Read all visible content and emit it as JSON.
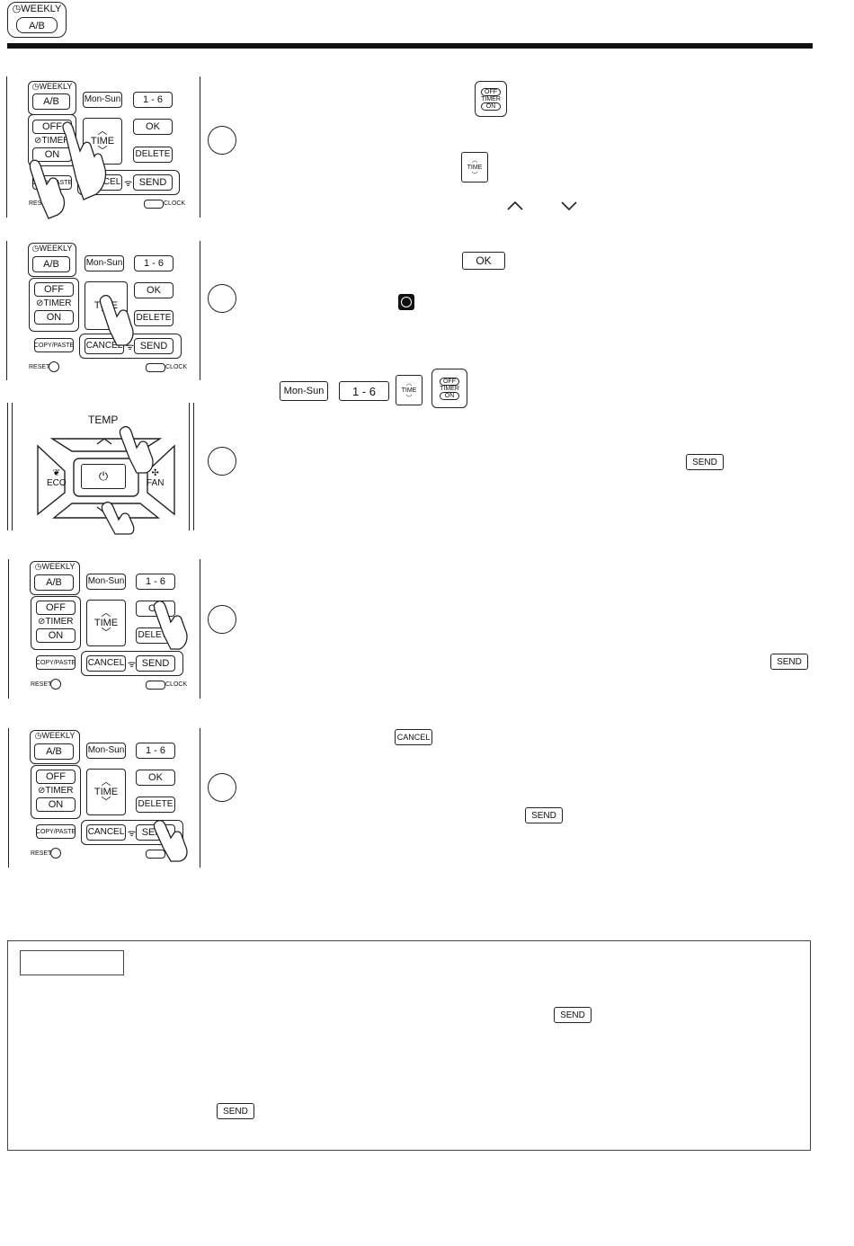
{
  "header": {
    "weekly_label": "WEEKLY",
    "ab_label": "A/B"
  },
  "remote": {
    "weekly": "WEEKLY",
    "ab": "A/B",
    "mon_sun": "Mon-Sun",
    "one_six": "1 - 6",
    "off": "OFF",
    "timer": "TIMER",
    "on": "ON",
    "time": "TIME",
    "ok": "OK",
    "delete": "DELETE",
    "copy_paste": "COPY/PASTE",
    "cancel": "CANCEL",
    "send": "SEND",
    "reset": "RESET",
    "clock": "CLOCK",
    "temp": "TEMP",
    "eco": "ECO",
    "fan": "FAN"
  },
  "inline_icons": {
    "time": "TIME",
    "ok": "OK",
    "mon_sun": "Mon-Sun",
    "one_six": "1 - 6",
    "send": "SEND",
    "cancel": "CANCEL",
    "off": "OFF",
    "timer": "TIMER",
    "on": "ON"
  }
}
